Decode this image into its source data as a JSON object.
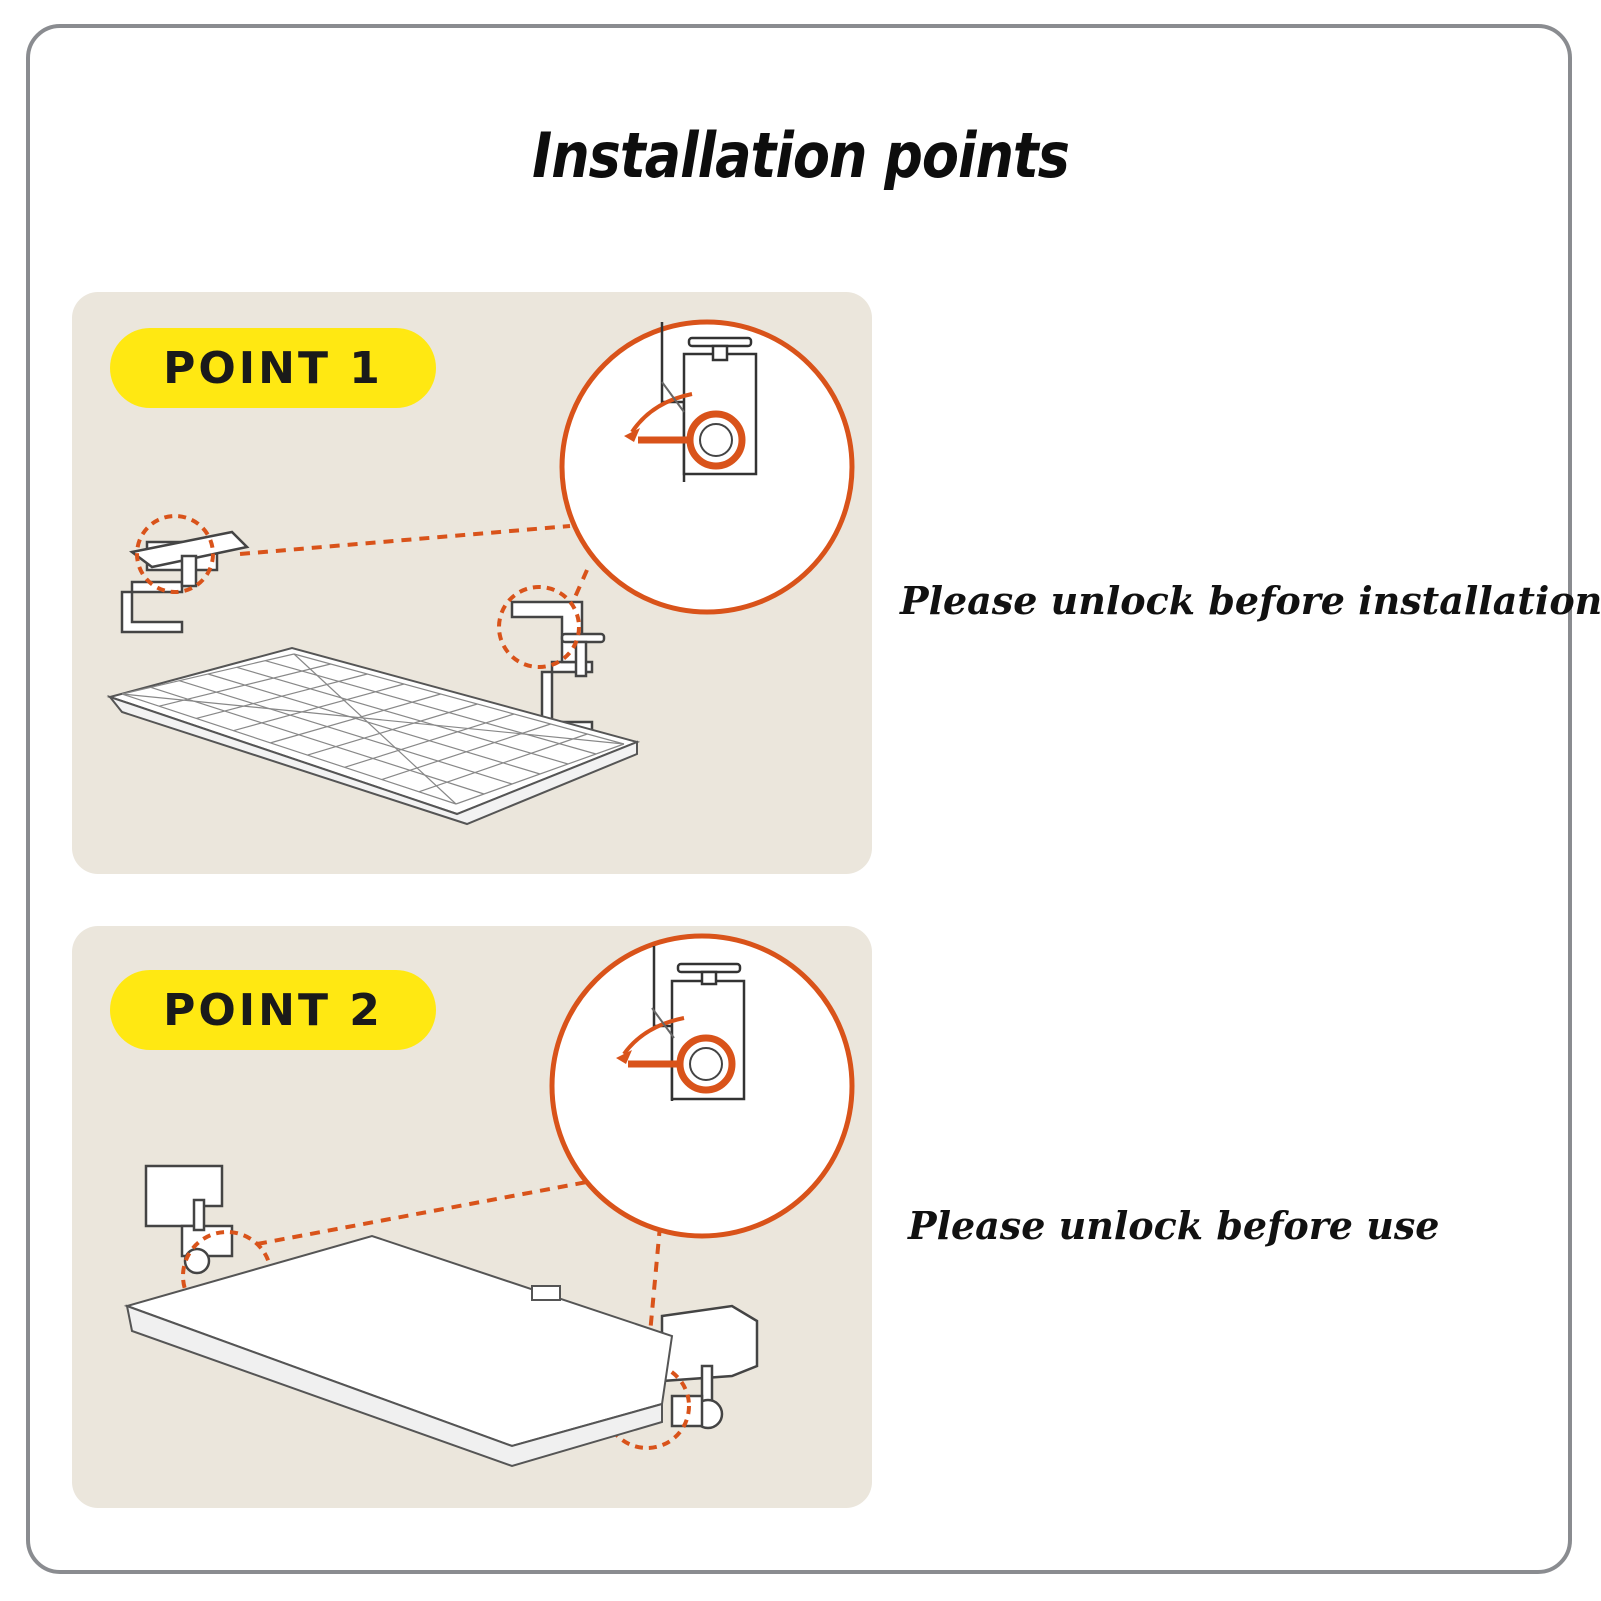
{
  "title": "Installation points",
  "points": [
    {
      "label": "POINT 1",
      "caption": "Please unlock before installation"
    },
    {
      "label": "POINT 2",
      "caption": "Please unlock before use"
    }
  ],
  "colors": {
    "panel_bg": "#ebe6dc",
    "pill": "#ffe812",
    "accent_orange": "#d9531a",
    "frame": "#8a8c90"
  }
}
